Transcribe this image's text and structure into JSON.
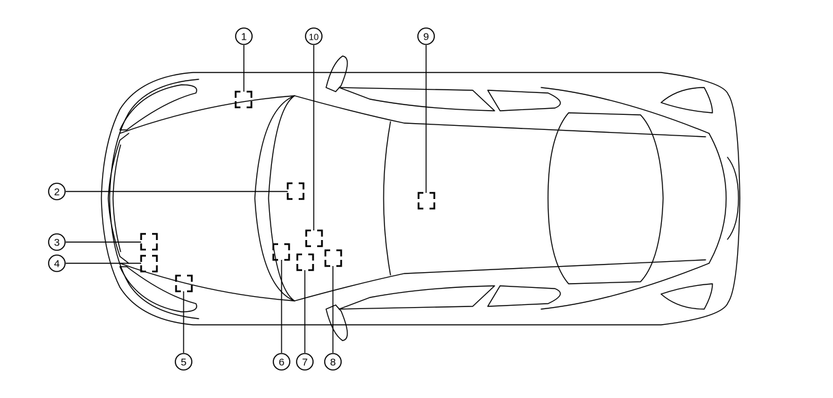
{
  "callouts": [
    {
      "number": "1"
    },
    {
      "number": "2"
    },
    {
      "number": "3"
    },
    {
      "number": "4"
    },
    {
      "number": "5"
    },
    {
      "number": "6"
    },
    {
      "number": "7"
    },
    {
      "number": "8"
    },
    {
      "number": "9"
    },
    {
      "number": "10"
    }
  ],
  "colors": {
    "line": "#000000",
    "background": "#ffffff"
  }
}
